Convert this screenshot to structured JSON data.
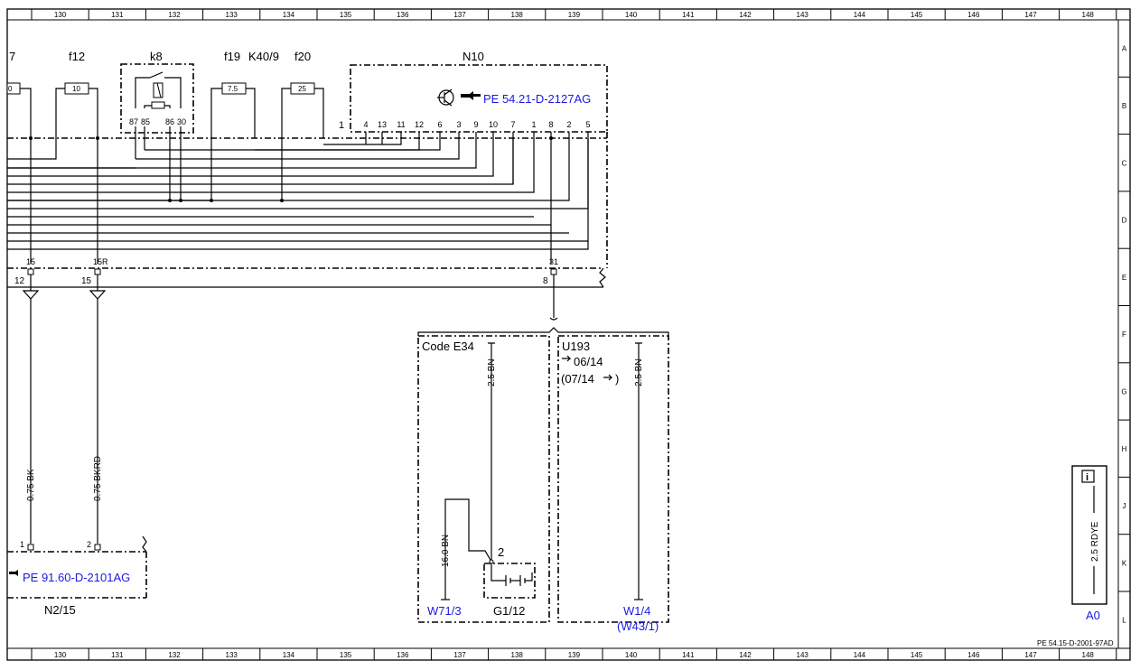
{
  "ruler": {
    "columns": [
      "130",
      "131",
      "132",
      "133",
      "134",
      "135",
      "136",
      "137",
      "138",
      "139",
      "140",
      "141",
      "142",
      "143",
      "144",
      "145",
      "146",
      "147",
      "148"
    ],
    "rows": [
      "A",
      "B",
      "C",
      "D",
      "E",
      "F",
      "G",
      "H",
      "J",
      "K",
      "L"
    ]
  },
  "components": {
    "fuse_7": {
      "name": "7",
      "value": "0"
    },
    "f12": {
      "name": "f12",
      "value": "10"
    },
    "k8": {
      "name": "k8",
      "pins": [
        "87",
        "85",
        "86",
        "30"
      ]
    },
    "f19": {
      "name": "f19",
      "value": "7.5"
    },
    "k40_9": {
      "name": "K40/9"
    },
    "f20": {
      "name": "f20",
      "value": "25"
    },
    "n10": {
      "name": "N10",
      "ref": "PE 54.21-D-2127AG",
      "pins": [
        "1",
        "4",
        "13",
        "11",
        "12",
        "6",
        "3",
        "9",
        "10",
        "7",
        "1",
        "8",
        "2",
        "5"
      ]
    },
    "n2_15": {
      "name": "N2/15",
      "ref": "PE 91.60-D-2101AG"
    },
    "g1_12": {
      "name": "G1/12",
      "pin": "2"
    },
    "w71_3": {
      "name": "W71/3"
    },
    "w1_4": {
      "name": "W1/4",
      "alt": "(W43/1)"
    },
    "a0": {
      "name": "A0"
    }
  },
  "connector_pins": {
    "top_15": "15",
    "top_15r": "15R",
    "top_31": "31",
    "bot_12": "12",
    "bot_15": "15",
    "bot_8": "8",
    "n2_1": "1",
    "n2_2": "2"
  },
  "wires": {
    "w1": "0.75 BK",
    "w2": "0.75 BKRD",
    "w3": "2.5 BN",
    "w4": "2.5 BN",
    "w5": "16.0 BN",
    "w6": "2.5 RDYE"
  },
  "variants": {
    "code": "Code E34",
    "u193": "U193",
    "until": "06/14",
    "from": "(07/14",
    "from_close": ")"
  },
  "document_id": "PE 54.15-D-2001-97AD"
}
